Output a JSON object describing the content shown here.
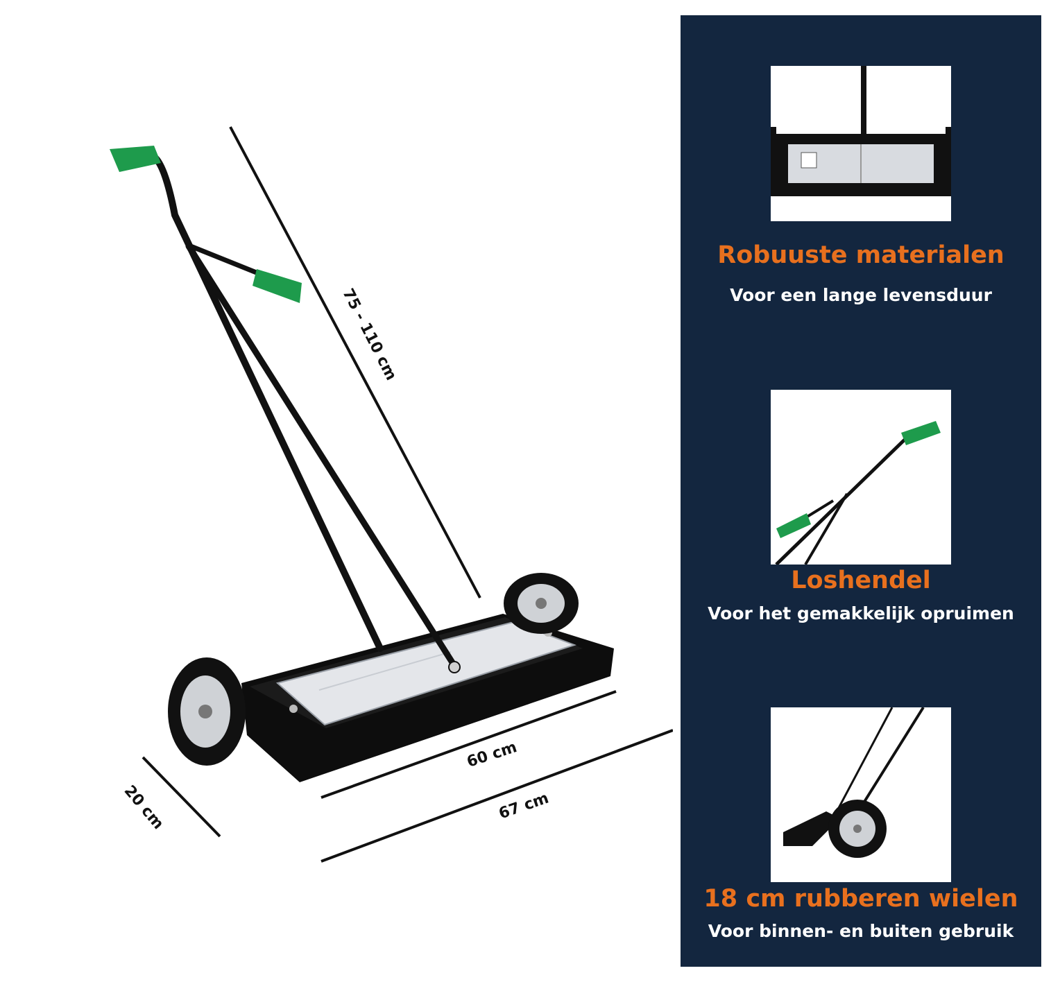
{
  "dimensions": {
    "height_range": "75 - 110 cm",
    "head_width": "60 cm",
    "total_width": "67 cm",
    "depth": "20 cm"
  },
  "features": [
    {
      "title": "Robuuste materialen",
      "subtitle": "Voor een lange levensduur",
      "thumb_icon": "magnet-plate-closeup"
    },
    {
      "title": "Loshendel",
      "subtitle": "Voor het gemakkelijk opruimen",
      "thumb_icon": "release-lever-closeup"
    },
    {
      "title": "18 cm rubberen wielen",
      "subtitle": "Voor binnen- en buiten gebruik",
      "thumb_icon": "rubber-wheel-closeup"
    }
  ],
  "colors": {
    "panel_bg": "#13263f",
    "accent_orange": "#e8701e",
    "grip_green": "#1e9b4c",
    "frame_black": "#111111",
    "plate_silver": "#e4e6ea"
  }
}
